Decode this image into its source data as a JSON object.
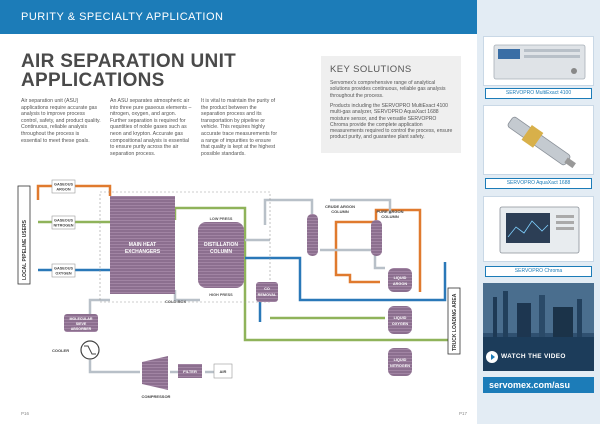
{
  "header": {
    "section": "PURITY & SPECIALTY APPLICATION"
  },
  "title": {
    "line1": "AIR SEPARATION UNIT",
    "line2": "APPLICATIONS"
  },
  "intro": {
    "col1": "Air separation unit (ASU) applications require accurate gas analysis to improve process control, safety, and product quality. Continuous, reliable analysis throughout the process is essential to meet these goals.",
    "col2": "An ASU separates atmospheric air into three pure gaseous elements – nitrogen, oxygen, and argon. Further separation is required for quantities of noble gases such as neon and krypton. Accurate gas compositional analysis is essential to ensure purity across the air separation process.",
    "col3": "It is vital to maintain the purity of the product between the separation process and its transportation by pipeline or vehicle. This requires highly accurate trace measurements for a range of impurities to ensure that quality is kept at the highest possible standards."
  },
  "key_solutions": {
    "title": "KEY SOLUTIONS",
    "p1": "Servomex's comprehensive range of analytical solutions provides continuous, reliable gas analysis throughout the process.",
    "p2": "Products including the SERVOPRO MultiExact 4100 multi-gas analyzer, SERVOPRO AquaXact 1688 moisture sensor, and the versatile SERVOPRO Chroma provide the complete application measurements required to control the process, ensure product purity, and guarantee plant safety."
  },
  "diagram": {
    "local_pipeline_users": "LOCAL PIPELINE USERS",
    "truck_loading_area": "TRUCK LOADING AREA",
    "gaseous_argon": [
      "GASEOUS",
      "ARGON"
    ],
    "gaseous_nitrogen": [
      "GASEOUS",
      "NITROGEN"
    ],
    "gaseous_oxygen": [
      "GASEOUS",
      "OXYGEN"
    ],
    "main_heat_exchangers": [
      "MAIN HEAT",
      "EXCHANGERS"
    ],
    "low_press": "LOW PRESS",
    "distillation_column": [
      "DISTILLATION",
      "COLUMN"
    ],
    "high_press": "HIGH PRESS",
    "cold_box": "COLD BOX",
    "crude_argon_column": [
      "CRUDE ARGON",
      "COLUMN"
    ],
    "pure_argon_column": [
      "PURE ARGON",
      "COLUMN"
    ],
    "co2_removal": [
      "CO",
      "REMOVAL"
    ],
    "liquid_argon": [
      "LIQUID",
      "ARGON"
    ],
    "liquid_oxygen": [
      "LIQUID",
      "OXYGEN"
    ],
    "liquid_nitrogen": [
      "LIQUID",
      "NITROGEN"
    ],
    "molecular_sieve_absorber": [
      "MOLECULAR",
      "SIEVE",
      "ABSORBER"
    ],
    "cooler": "COOLER",
    "compressor": "COMPRESSOR",
    "filter": "FILTER",
    "air": "AIR"
  },
  "colors": {
    "brand_blue": "#1c7cb8",
    "argon_orange": "#e07a2e",
    "nitrogen_green": "#8fb35a",
    "oxygen_blue": "#2a78b8",
    "air_gray": "#b8c0c8",
    "vessel_purple": "#8c6f8f"
  },
  "products": [
    {
      "label": "SERVOPRO MultiExact 4100"
    },
    {
      "label": "SERVOPRO AquaXact 1688"
    },
    {
      "label": "SERVOPRO Chroma"
    }
  ],
  "video": {
    "label": "WATCH THE VIDEO"
  },
  "url": "servomex.com/asu",
  "pages": {
    "left": "P16",
    "right": "P17"
  }
}
